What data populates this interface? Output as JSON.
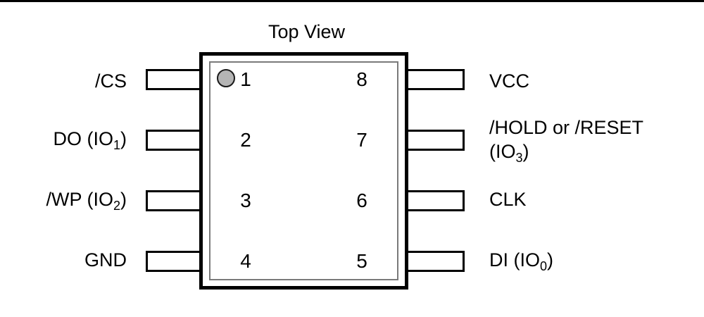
{
  "diagram": {
    "title": "Top View",
    "package": {
      "body_color": "#ffffff",
      "outline_color": "#000000",
      "inner_outline_color": "#7a7a7a",
      "pin1_dot_color": "#b5b5b5",
      "pin1_dot_border_color": "#1a1a1a",
      "lead_fill_color": "#ffffff",
      "lead_outline_color": "#000000"
    },
    "pins": [
      {
        "number": "1",
        "side": "left",
        "label_html": "/CS",
        "label_text": "/CS"
      },
      {
        "number": "2",
        "side": "left",
        "label_html": "DO (IO<sub>1</sub>)",
        "label_text": "DO (IO1)"
      },
      {
        "number": "3",
        "side": "left",
        "label_html": "/WP (IO<sub>2</sub>)",
        "label_text": "/WP (IO2)"
      },
      {
        "number": "4",
        "side": "left",
        "label_html": "GND",
        "label_text": "GND"
      },
      {
        "number": "5",
        "side": "right",
        "label_html": "DI (IO<sub>0</sub>)",
        "label_text": "DI (IO0)"
      },
      {
        "number": "6",
        "side": "right",
        "label_html": "CLK",
        "label_text": "CLK"
      },
      {
        "number": "7",
        "side": "right",
        "label_html": "/HOLD or /RESET<br>(IO<sub>3</sub>)",
        "label_text": "/HOLD or /RESET (IO3)"
      },
      {
        "number": "8",
        "side": "right",
        "label_html": "VCC",
        "label_text": "VCC"
      }
    ]
  }
}
